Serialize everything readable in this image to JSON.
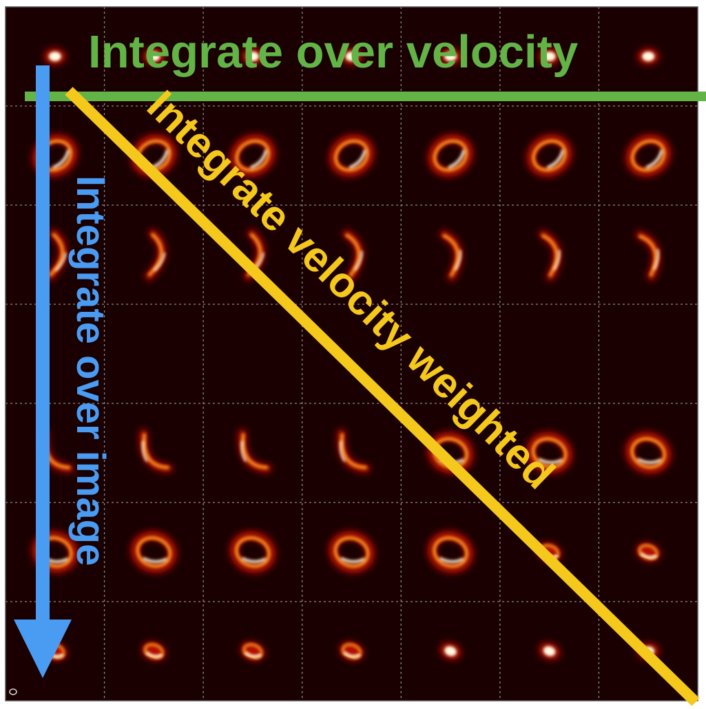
{
  "labels": {
    "top": "Integrate over velocity",
    "left": "Integrate over image",
    "diagonal": "Integrate velocity weighted"
  },
  "colors": {
    "background": "#1a0000",
    "grid": "#8a8a8a",
    "top_label": "#62b446",
    "left_label": "#4a9bf2",
    "diagonal_label": "#f5c81c",
    "emission_core": "#fffbe0",
    "emission_mid": "#ff8a1a",
    "emission_outer": "#b51000"
  },
  "panel_grid": {
    "rows": 7,
    "cols": 7,
    "cells": [
      {
        "r": 0,
        "c": 0,
        "shape": "blob",
        "rot": 0
      },
      {
        "r": 0,
        "c": 1,
        "shape": "blob",
        "rot": 0
      },
      {
        "r": 0,
        "c": 2,
        "shape": "blob",
        "rot": 0
      },
      {
        "r": 0,
        "c": 3,
        "shape": "blob",
        "rot": 0
      },
      {
        "r": 0,
        "c": 4,
        "shape": "blob",
        "rot": 0
      },
      {
        "r": 0,
        "c": 5,
        "shape": "blob",
        "rot": 0
      },
      {
        "r": 0,
        "c": 6,
        "shape": "blob",
        "rot": 0
      },
      {
        "r": 1,
        "c": 0,
        "shape": "ring",
        "rot": -30
      },
      {
        "r": 1,
        "c": 1,
        "shape": "ring",
        "rot": -30
      },
      {
        "r": 1,
        "c": 2,
        "shape": "ring",
        "rot": -30
      },
      {
        "r": 1,
        "c": 3,
        "shape": "ring",
        "rot": -30
      },
      {
        "r": 1,
        "c": 4,
        "shape": "ring",
        "rot": -30
      },
      {
        "r": 1,
        "c": 5,
        "shape": "ring",
        "rot": -30
      },
      {
        "r": 1,
        "c": 6,
        "shape": "ring",
        "rot": -30
      },
      {
        "r": 2,
        "c": 0,
        "shape": "arc",
        "rot": 60
      },
      {
        "r": 2,
        "c": 1,
        "shape": "arc",
        "rot": 60
      },
      {
        "r": 2,
        "c": 2,
        "shape": "arc",
        "rot": 60
      },
      {
        "r": 2,
        "c": 3,
        "shape": "arc",
        "rot": 50
      },
      {
        "r": 2,
        "c": 4,
        "shape": "arc",
        "rot": 45
      },
      {
        "r": 2,
        "c": 5,
        "shape": "arc",
        "rot": 45
      },
      {
        "r": 2,
        "c": 6,
        "shape": "arc",
        "rot": 40
      },
      {
        "r": 3,
        "c": 0,
        "shape": "streak",
        "rot": 40
      },
      {
        "r": 3,
        "c": 1,
        "shape": "streak",
        "rot": 40
      },
      {
        "r": 3,
        "c": 2,
        "shape": "streak",
        "rot": 40
      },
      {
        "r": 3,
        "c": 3,
        "shape": "streak",
        "rot": 40
      },
      {
        "r": 3,
        "c": 4,
        "shape": "streak",
        "rot": 40
      },
      {
        "r": 3,
        "c": 5,
        "shape": "streak",
        "rot": -45
      },
      {
        "r": 3,
        "c": 6,
        "shape": "streak",
        "rot": -45
      },
      {
        "r": 4,
        "c": 0,
        "shape": "arc",
        "rot": 200
      },
      {
        "r": 4,
        "c": 1,
        "shape": "arc",
        "rot": 200
      },
      {
        "r": 4,
        "c": 2,
        "shape": "arc",
        "rot": 200
      },
      {
        "r": 4,
        "c": 3,
        "shape": "arc",
        "rot": 200
      },
      {
        "r": 4,
        "c": 4,
        "shape": "ring",
        "rot": 20
      },
      {
        "r": 4,
        "c": 5,
        "shape": "ring",
        "rot": 20
      },
      {
        "r": 4,
        "c": 6,
        "shape": "ring",
        "rot": 20
      },
      {
        "r": 5,
        "c": 0,
        "shape": "ring",
        "rot": 20
      },
      {
        "r": 5,
        "c": 1,
        "shape": "ring",
        "rot": 20
      },
      {
        "r": 5,
        "c": 2,
        "shape": "ring",
        "rot": 20
      },
      {
        "r": 5,
        "c": 3,
        "shape": "ring",
        "rot": 20
      },
      {
        "r": 5,
        "c": 4,
        "shape": "ring",
        "rot": 20
      },
      {
        "r": 5,
        "c": 5,
        "shape": "smallring",
        "rot": 20
      },
      {
        "r": 5,
        "c": 6,
        "shape": "smallring",
        "rot": 20
      },
      {
        "r": 6,
        "c": 0,
        "shape": "smallring",
        "rot": 20
      },
      {
        "r": 6,
        "c": 1,
        "shape": "smallring",
        "rot": 20
      },
      {
        "r": 6,
        "c": 2,
        "shape": "smallring",
        "rot": 20
      },
      {
        "r": 6,
        "c": 3,
        "shape": "smallring",
        "rot": 20
      },
      {
        "r": 6,
        "c": 4,
        "shape": "blob",
        "rot": 20
      },
      {
        "r": 6,
        "c": 5,
        "shape": "blob",
        "rot": 20
      },
      {
        "r": 6,
        "c": 6,
        "shape": "blob",
        "rot": 0
      }
    ]
  }
}
